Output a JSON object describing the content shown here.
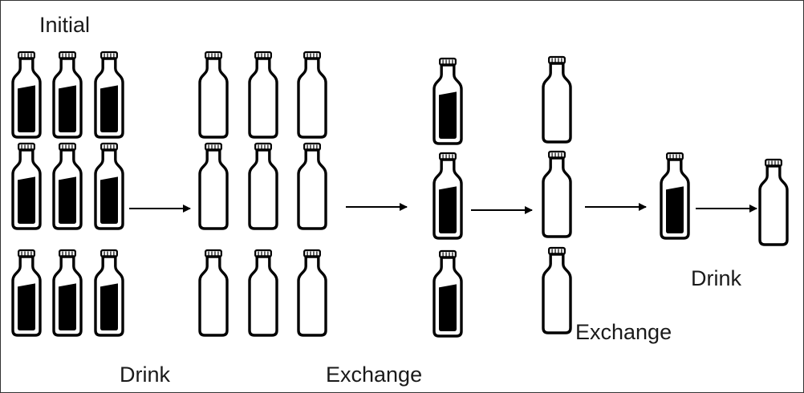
{
  "labels": {
    "initial": "Initial",
    "drink_1": "Drink",
    "exchange_1": "Exchange",
    "exchange_2": "Exchange",
    "drink_2": "Drink"
  },
  "colors": {
    "stroke": "#000000",
    "milk": "#000000",
    "background": "#ffffff"
  },
  "stages": [
    {
      "name": "initial",
      "bottles": 9,
      "state": "full"
    },
    {
      "name": "after-drink",
      "bottles": 9,
      "state": "empty"
    },
    {
      "name": "after-exchange",
      "bottles": 3,
      "state": "full"
    },
    {
      "name": "after-drink",
      "bottles": 3,
      "state": "empty"
    },
    {
      "name": "after-exchange",
      "bottles": 1,
      "state": "full"
    },
    {
      "name": "after-drink",
      "bottles": 1,
      "state": "empty"
    }
  ],
  "arrow_count": 5
}
